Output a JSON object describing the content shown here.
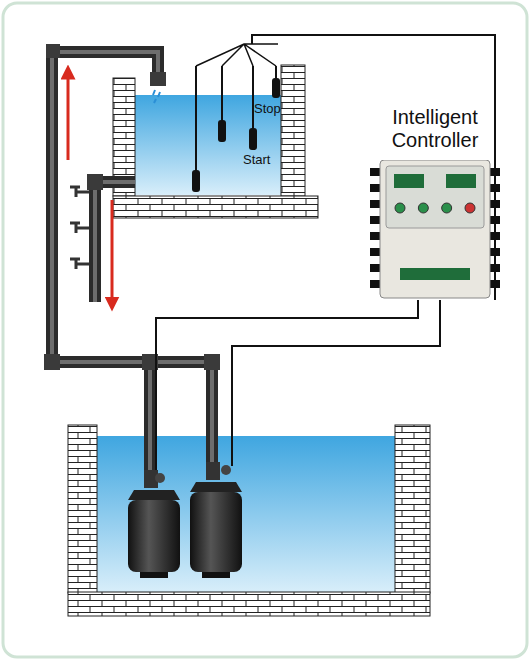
{
  "diagram": {
    "nodes": [
      {
        "text": [
          "Intelligent Controller"
        ]
      }
    ],
    "labels": [
      "Stop",
      "Start"
    ]
  }
}
